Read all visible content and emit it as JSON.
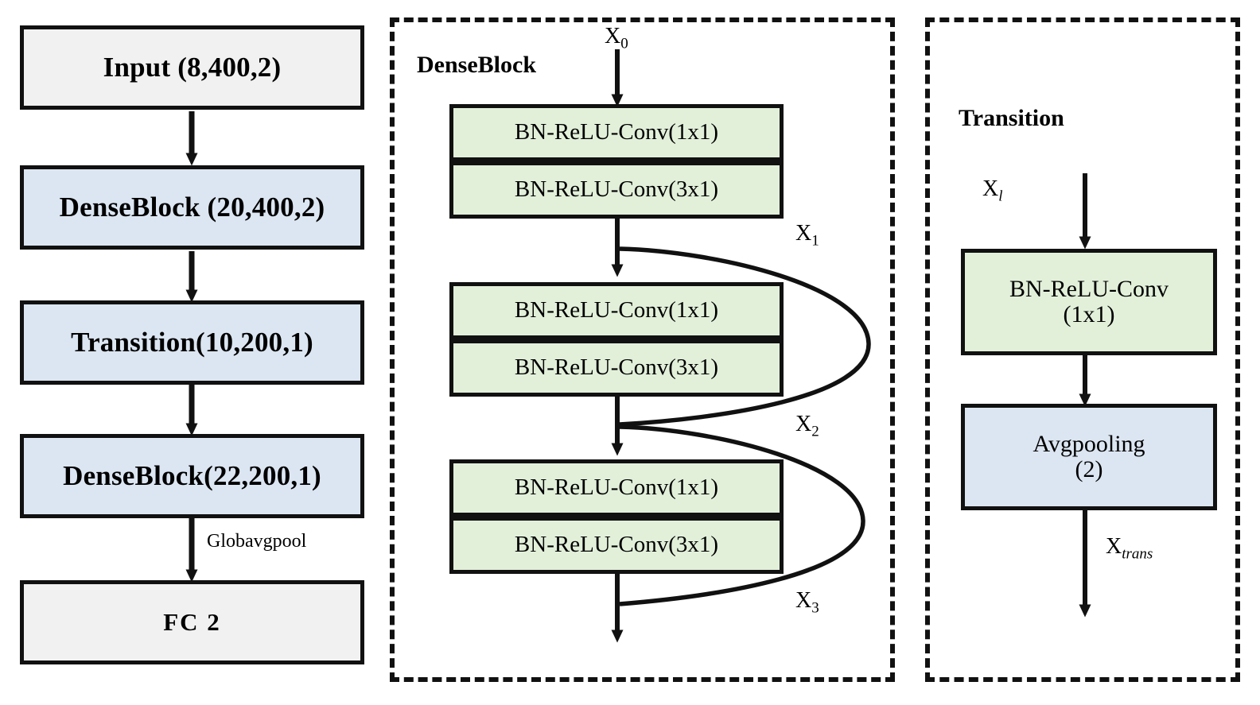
{
  "figure": {
    "type": "neural-network-architecture-diagram",
    "colors": {
      "grey_fill": "#f1f1f1",
      "blue_fill": "#dce6f2",
      "green_fill": "#e2f0da",
      "stroke": "#111111"
    }
  },
  "pipeline": {
    "name": "main-network-pipeline",
    "nodes": [
      {
        "id": "input",
        "label": "Input (8,400,2)",
        "fill": "grey"
      },
      {
        "id": "denseblock1",
        "label": "DenseBlock (20,400,2)",
        "fill": "blue"
      },
      {
        "id": "transition1",
        "label": "Transition(10,200,1)",
        "fill": "blue"
      },
      {
        "id": "denseblock2",
        "label": "DenseBlock(22,200,1)",
        "fill": "blue"
      },
      {
        "id": "fc",
        "label": "FC   2",
        "fill": "grey"
      }
    ],
    "edge_labels": [
      {
        "id": "globavgpool",
        "label": "Globavgpool",
        "between": "denseblock2 -> fc"
      }
    ]
  },
  "denseblock_panel": {
    "title": "DenseBlock",
    "input_label": "X",
    "input_sub": "0",
    "layers": [
      {
        "id": "layer1",
        "rows": [
          "BN-ReLU-Conv(1x1)",
          "BN-ReLU-Conv(3x1)"
        ]
      },
      {
        "id": "layer2",
        "rows": [
          "BN-ReLU-Conv(1x1)",
          "BN-ReLU-Conv(3x1)"
        ]
      },
      {
        "id": "layer3",
        "rows": [
          "BN-ReLU-Conv(1x1)",
          "BN-ReLU-Conv(3x1)"
        ]
      }
    ],
    "skip_labels": [
      {
        "id": "x1",
        "label": "X",
        "sub": "1"
      },
      {
        "id": "x2",
        "label": "X",
        "sub": "2"
      },
      {
        "id": "x3",
        "label": "X",
        "sub": "3"
      }
    ]
  },
  "transition_panel": {
    "title": "Transition",
    "input_label": "X",
    "input_sub": "l",
    "nodes": [
      {
        "id": "bn-relu-conv",
        "line1": "BN-ReLU-Conv",
        "line2": "(1x1)",
        "fill": "green"
      },
      {
        "id": "avgpooling",
        "line1": "Avgpooling",
        "line2": "(2)",
        "fill": "blue"
      }
    ],
    "output_label": "X",
    "output_sub": "trans"
  }
}
